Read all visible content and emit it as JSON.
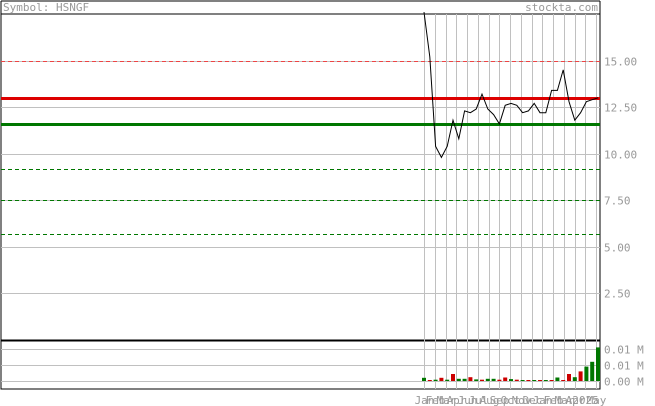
{
  "header": {
    "symbol_text": "Symbol: HSNGF",
    "brand_text": "stockta.com"
  },
  "colors": {
    "frame": "#000000",
    "grid": "#c0c0c0",
    "text": "#999999",
    "price_line": "#000000",
    "resistance": "#dd0000",
    "support": "#007700",
    "dashed_red": "#ee4444",
    "dashed_green": "#007700",
    "volume_up": "#007700",
    "volume_down": "#cc0000"
  },
  "chart_data": [
    {
      "type": "line",
      "panel": "price",
      "y_ticks": [
        {
          "value": 2.5,
          "label": "2.50"
        },
        {
          "value": 5.0,
          "label": "5.00"
        },
        {
          "value": 7.5,
          "label": "7.50"
        },
        {
          "value": 10.0,
          "label": "10.00"
        },
        {
          "value": 12.5,
          "label": "12.50"
        },
        {
          "value": 15.0,
          "label": "15.00"
        }
      ],
      "ylim": [
        0,
        17.5
      ],
      "x_ticks": [
        "Jan",
        "Feb",
        "Mar",
        "Apr",
        "Jun",
        "Jul",
        "Aug",
        "Sep",
        "Oct",
        "Nov",
        "Dec",
        "Jan",
        "Feb",
        "Mar",
        "Apr",
        "2025",
        "May"
      ],
      "levels": [
        {
          "value": 15.0,
          "style": "dashed",
          "color": "red"
        },
        {
          "value": 13.0,
          "style": "solid",
          "color": "red"
        },
        {
          "value": 11.6,
          "style": "solid",
          "color": "green"
        },
        {
          "value": 9.2,
          "style": "dashed",
          "color": "green"
        },
        {
          "value": 7.5,
          "style": "dashed",
          "color": "green"
        },
        {
          "value": 5.7,
          "style": "dashed",
          "color": "green"
        }
      ],
      "series": [
        {
          "values": [
            17.6,
            15.2,
            10.4,
            9.8,
            10.4,
            11.8,
            10.8,
            12.3,
            12.2,
            12.4,
            13.2,
            12.4,
            12.1,
            11.6,
            12.6,
            12.7,
            12.6,
            12.2,
            12.3,
            12.7,
            12.2,
            12.2,
            13.4,
            13.4,
            14.5,
            12.8,
            11.8,
            12.2,
            12.8,
            12.9,
            13.0
          ]
        }
      ]
    },
    {
      "type": "bar",
      "panel": "volume",
      "y_ticks": [
        {
          "value": 0.0,
          "label": "0.00 M"
        },
        {
          "value": 0.005,
          "label": "0.01 M"
        },
        {
          "value": 0.01,
          "label": "0.01 M"
        }
      ],
      "ylim": [
        -0.0025,
        0.0125
      ],
      "series": [
        {
          "values": [
            0.001,
            0.0002,
            0.0004,
            0.001,
            0.0004,
            0.0022,
            0.0007,
            0.0007,
            0.0012,
            0.0005,
            0.0004,
            0.0007,
            0.0007,
            0.0004,
            0.0011,
            0.0006,
            0.0004,
            0.0001,
            0.0001,
            0.0002,
            0.0001,
            0.0001,
            0.0001,
            0.0011,
            0.0002,
            0.0022,
            0.0012,
            0.003,
            0.0045,
            0.006,
            0.0105
          ],
          "directions": [
            "up",
            "down",
            "up",
            "down",
            "up",
            "down",
            "up",
            "up",
            "down",
            "up",
            "down",
            "up",
            "up",
            "down",
            "down",
            "up",
            "down",
            "up",
            "down",
            "up",
            "down",
            "up",
            "down",
            "up",
            "down",
            "down",
            "up",
            "down",
            "up",
            "up",
            "up"
          ]
        }
      ]
    }
  ]
}
